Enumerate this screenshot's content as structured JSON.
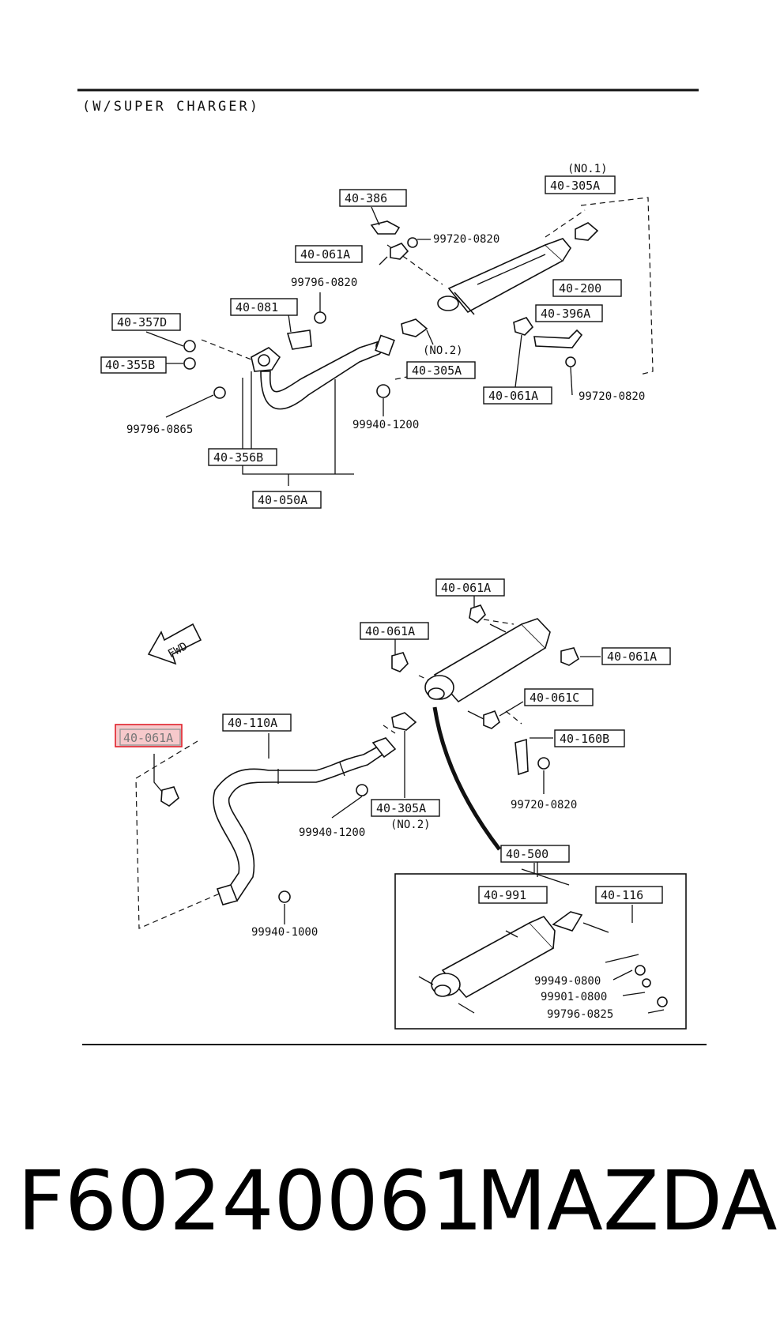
{
  "header": {
    "variant": "(W/SUPER CHARGER)"
  },
  "upper": {
    "labels": {
      "no1": "(NO.1)",
      "p_40_305A_top": "40-305A",
      "p_40_386": "40-386",
      "b_99720_0820_a": "99720-0820",
      "p_40_061A_a": "40-061A",
      "b_99796_0820": "99796-0820",
      "p_40_081": "40-081",
      "p_40_200": "40-200",
      "p_40_357D": "40-357D",
      "p_40_396A": "40-396A",
      "p_40_355B": "40-355B",
      "no2": "(NO.2)",
      "p_40_305A_mid": "40-305A",
      "p_40_061A_b": "40-061A",
      "b_99720_0820_b": "99720-0820",
      "b_99796_0865": "99796-0865",
      "b_99940_1200_a": "99940-1200",
      "p_40_356B": "40-356B",
      "p_40_050A": "40-050A"
    }
  },
  "lower": {
    "fwd": "FWD",
    "labels": {
      "p_40_061A_c": "40-061A",
      "p_40_061A_d": "40-061A",
      "p_40_061A_e": "40-061A",
      "p_40_061C": "40-061C",
      "p_40_061A_highlight": "40-061A",
      "p_40_110A": "40-110A",
      "p_40_160B": "40-160B",
      "b_99720_0820_c": "99720-0820",
      "p_40_305A_low": "40-305A",
      "no2_low": "(NO.2)",
      "b_99940_1200_b": "99940-1200",
      "p_40_500": "40-500",
      "p_40_991": "40-991",
      "p_40_116": "40-116",
      "b_99940_1000": "99940-1000",
      "b_99949_0800": "99949-0800",
      "b_99901_0800": "99901-0800",
      "b_99796_0825": "99796-0825"
    }
  },
  "footer": {
    "part_number": "F60240061",
    "brand": "MAZDA"
  },
  "colors": {
    "highlight_border": "#e0202a",
    "highlight_fill": "#f6c9cb",
    "ink": "#111111"
  }
}
